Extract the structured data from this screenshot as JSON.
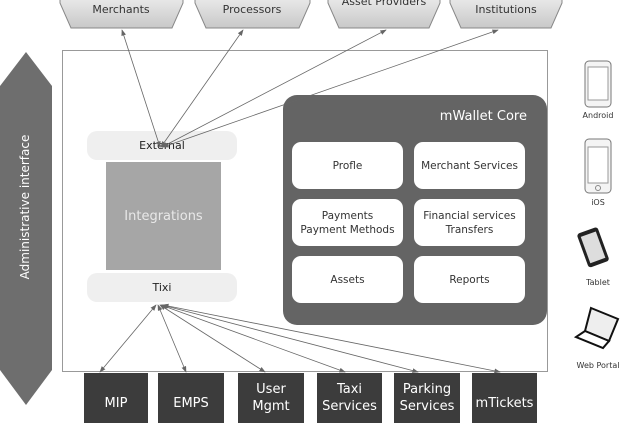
{
  "external_parties": [
    {
      "label": "Merchants"
    },
    {
      "label": "Processors"
    },
    {
      "label": "Asset Providers"
    },
    {
      "label": "Institutions"
    }
  ],
  "admin": {
    "label": "Administrative interface"
  },
  "integrations": {
    "external": "External",
    "title": "Integrations",
    "tixi": "Tixi"
  },
  "core": {
    "title": "mWallet Core",
    "modules": [
      {
        "line1": "Profle",
        "line2": ""
      },
      {
        "line1": "Merchant Services",
        "line2": ""
      },
      {
        "line1": "Payments",
        "line2": "Payment Methods"
      },
      {
        "line1": "Financial services",
        "line2": "Transfers"
      },
      {
        "line1": "Assets",
        "line2": ""
      },
      {
        "line1": "Reports",
        "line2": ""
      }
    ]
  },
  "systems": [
    {
      "line1": "MIP",
      "line2": ""
    },
    {
      "line1": "EMPS",
      "line2": ""
    },
    {
      "line1": "User",
      "line2": "Mgmt"
    },
    {
      "line1": "Taxi",
      "line2": "Services"
    },
    {
      "line1": "Parking",
      "line2": "Services"
    },
    {
      "line1": "mTickets",
      "line2": ""
    }
  ],
  "devices": [
    {
      "label": "Android",
      "icon": "smartphone-icon"
    },
    {
      "label": "iOS",
      "icon": "smartphone-icon"
    },
    {
      "label": "Tablet",
      "icon": "tablet-icon"
    },
    {
      "label": "Web Portal",
      "icon": "laptop-icon"
    }
  ],
  "colors": {
    "core": "#646464",
    "systems": "#3c3c3c",
    "admin": "#6e6e6e",
    "integrations": "#a6a6a6"
  }
}
